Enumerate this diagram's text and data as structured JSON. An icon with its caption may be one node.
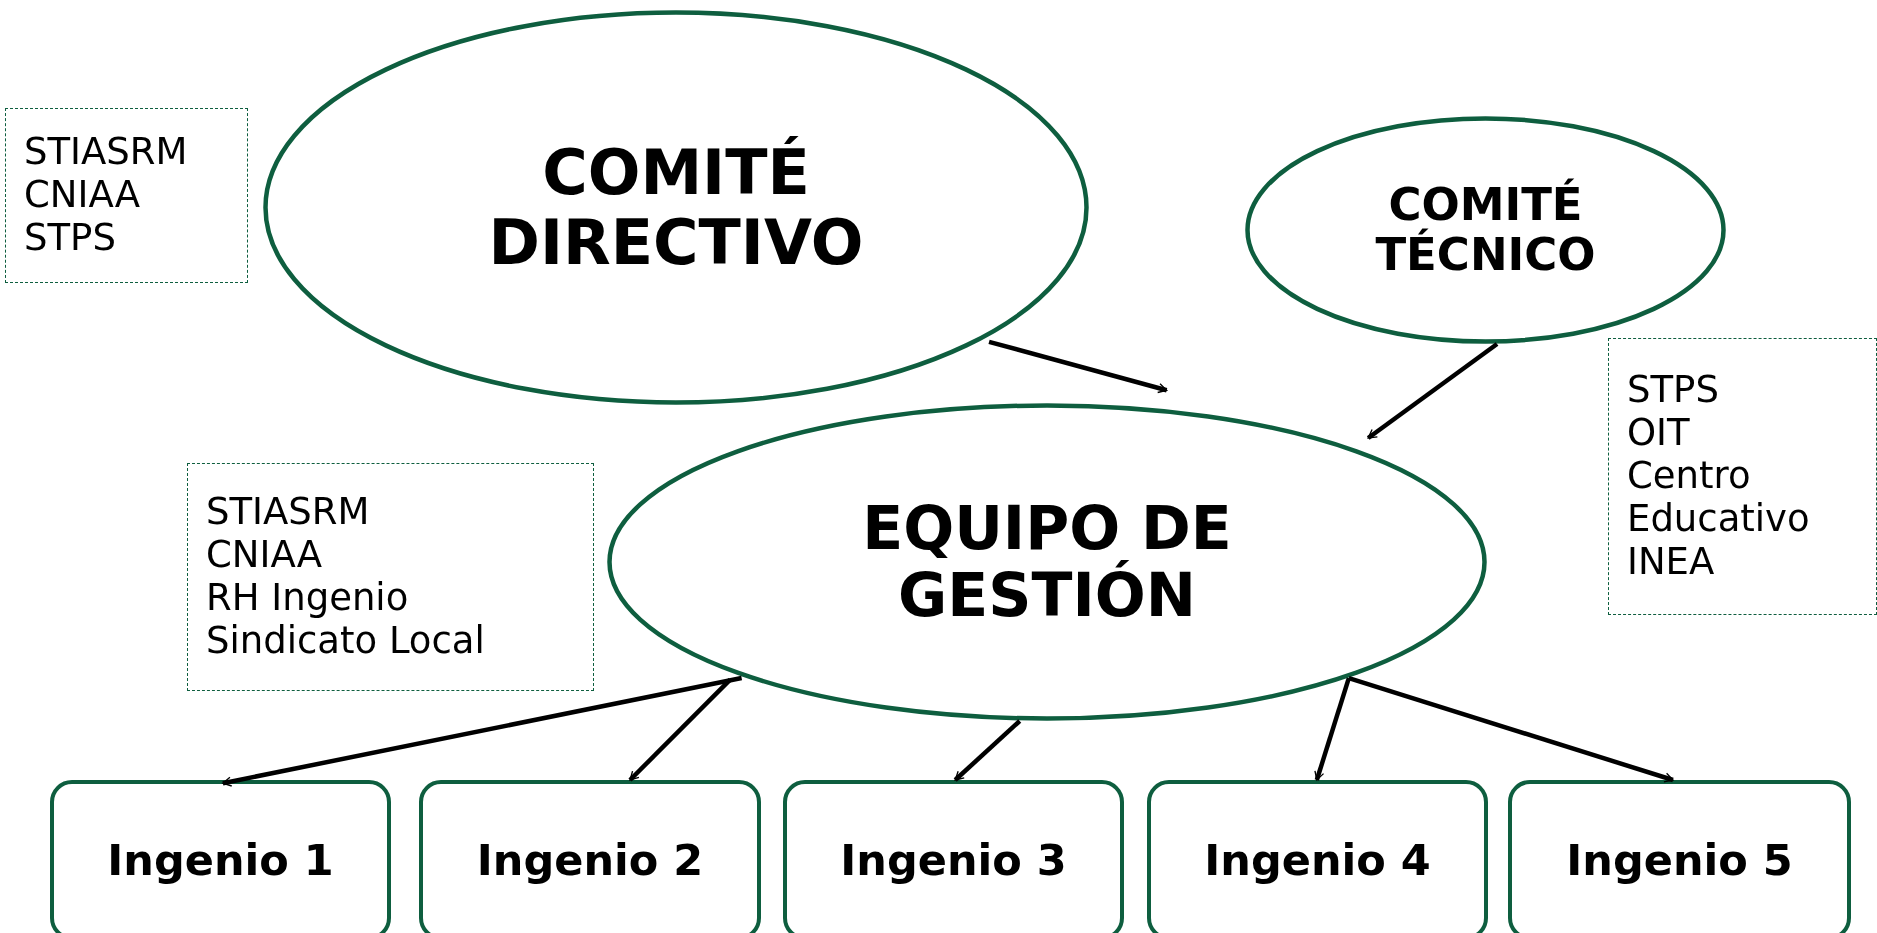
{
  "diagram": {
    "nodes": [
      {
        "text": [
          "STIASRM",
          "CNIAA",
          "STPS"
        ]
      },
      {
        "text": [
          "COMITÉ DIRECTIVO"
        ]
      },
      {
        "text": [
          "COMITÉ TÉCNICO"
        ]
      },
      {
        "text": [
          "STPS",
          "OIT",
          "Centro Educativo",
          "INEA"
        ]
      },
      {
        "text": [
          "STIASRM",
          "CNIAA",
          "RH Ingenio",
          "Sindicato Local"
        ]
      },
      {
        "text": [
          "EQUIPO DE GESTIÓN"
        ]
      },
      {
        "text": [
          "Ingenio 1"
        ]
      },
      {
        "text": [
          "Ingenio 2"
        ]
      },
      {
        "text": [
          "Ingenio 3"
        ]
      },
      {
        "text": [
          "Ingenio 4"
        ]
      },
      {
        "text": [
          "Ingenio 5"
        ]
      }
    ],
    "edges": [
      {
        "from": 1,
        "to": 5,
        "arrow": "to"
      },
      {
        "from": 2,
        "to": 5,
        "arrow": "to"
      },
      {
        "from": 5,
        "to": 6,
        "arrow": "to"
      },
      {
        "from": 5,
        "to": 7,
        "arrow": "to"
      },
      {
        "from": 5,
        "to": 8,
        "arrow": "to"
      },
      {
        "from": 5,
        "to": 9,
        "arrow": "to"
      },
      {
        "from": 5,
        "to": 10,
        "arrow": "to"
      }
    ]
  }
}
